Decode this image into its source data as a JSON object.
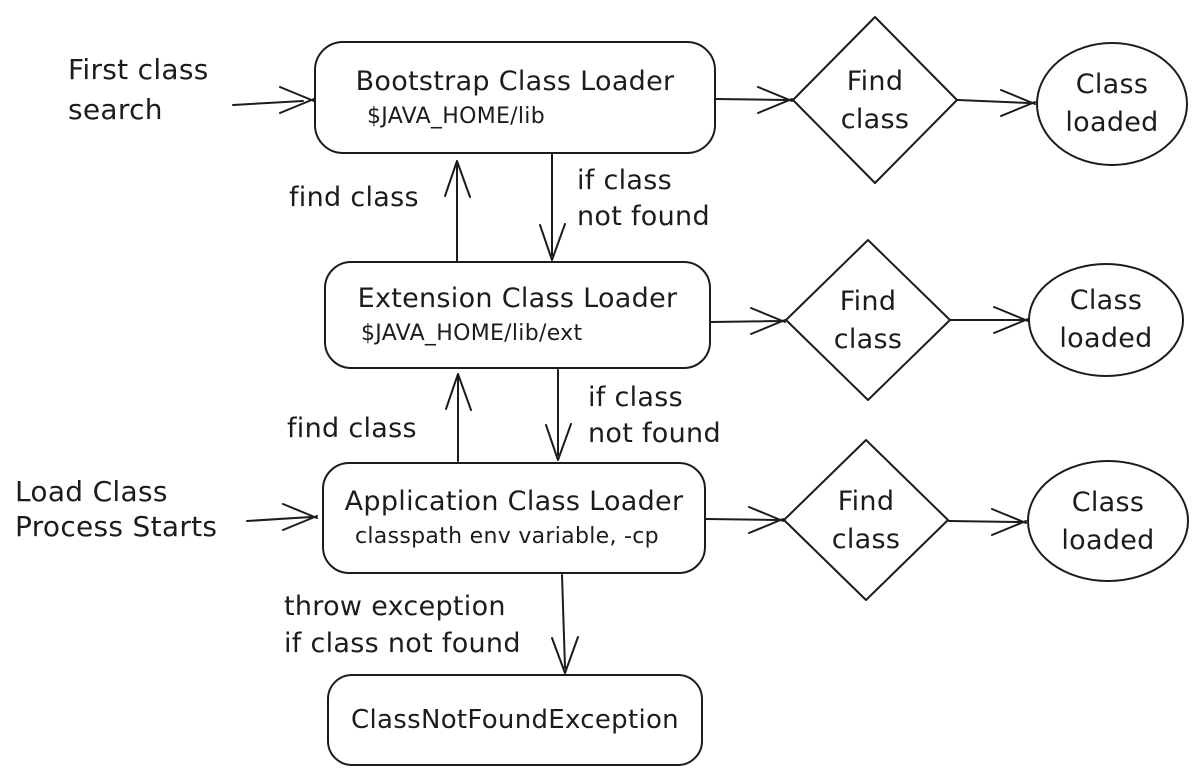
{
  "colors": {
    "stroke": "#1c1c1c",
    "text": "#1c1c1c",
    "background": "#ffffff"
  },
  "labels": {
    "first_class_search": "First class\nsearch",
    "load_class_process_starts": "Load Class\nProcess Starts",
    "find_class_top": "find class",
    "if_class_not_found_top": "if class\nnot found",
    "find_class_bottom": "find class",
    "if_class_not_found_bottom": "if class\nnot found",
    "throw_exception": "throw exception\nif class not found"
  },
  "nodes": {
    "bootstrap": {
      "title": "Bootstrap Class Loader",
      "subtitle": "$JAVA_HOME/lib"
    },
    "extension": {
      "title": "Extension Class Loader",
      "subtitle": "$JAVA_HOME/lib/ext"
    },
    "application": {
      "title": "Application Class Loader",
      "subtitle": "classpath env variable, -cp"
    },
    "class_not_found_exception": {
      "title": "ClassNotFoundException"
    },
    "decisions": [
      {
        "label": "Find\nclass"
      },
      {
        "label": "Find\nclass"
      },
      {
        "label": "Find\nclass"
      }
    ],
    "terminals": [
      {
        "label": "Class\nloaded"
      },
      {
        "label": "Class\nloaded"
      },
      {
        "label": "Class\nloaded"
      }
    ]
  }
}
